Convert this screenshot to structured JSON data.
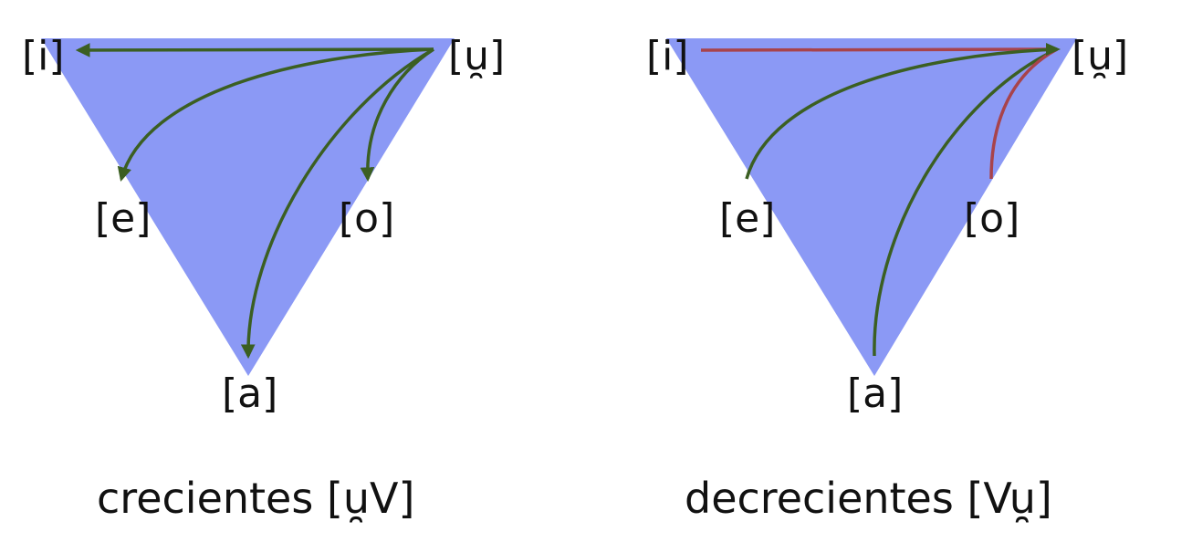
{
  "colors": {
    "triangle": "#8b99f5",
    "arrow_green": "#3b5f22",
    "arrow_red": "#a8434b",
    "text": "#111111"
  },
  "left": {
    "caption": "crecientes [u̯V]",
    "labels": {
      "i": "[i]",
      "u": "[u̯]",
      "e": "[e]",
      "o": "[o]",
      "a": "[a]"
    }
  },
  "right": {
    "caption": "decrecientes [Vu̯]",
    "labels": {
      "i": "[i]",
      "u": "[u̯]",
      "e": "[e]",
      "o": "[o]",
      "a": "[a]"
    }
  }
}
